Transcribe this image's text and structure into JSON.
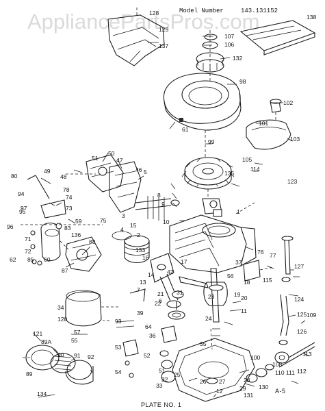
{
  "watermark": "AppliancePartsPros.com",
  "model_label": "Model Number",
  "model_number": "143.131152",
  "plate_label": "PLATE NO. 1",
  "sheet_code": "A-5",
  "parts": [
    "128",
    "129",
    "137",
    "107",
    "106",
    "132",
    "138",
    "98",
    "102",
    "101",
    "103",
    "61",
    "99",
    "105",
    "114",
    "123",
    "50",
    "51",
    "47",
    "46",
    "49",
    "48",
    "80",
    "78",
    "74",
    "73",
    "94",
    "95",
    "96",
    "97",
    "71",
    "72",
    "62",
    "85",
    "60",
    "59",
    "83",
    "136",
    "88",
    "87",
    "75",
    "5",
    "8",
    "9",
    "10",
    "4",
    "3",
    "15",
    "2",
    "133",
    "135",
    "1",
    "16",
    "14",
    "13",
    "7",
    "17",
    "42",
    "56",
    "37",
    "76",
    "77",
    "115",
    "127",
    "124",
    "125",
    "126",
    "109",
    "113",
    "112",
    "111",
    "110",
    "100",
    "108",
    "131",
    "130",
    "29",
    "28",
    "27",
    "26",
    "12",
    "25",
    "21",
    "22",
    "18",
    "19",
    "20",
    "11",
    "23",
    "24",
    "35",
    "36",
    "52",
    "51",
    "32",
    "33",
    "64",
    "34",
    "120",
    "121",
    "89A",
    "90",
    "91",
    "92",
    "89",
    "134",
    "93",
    "39",
    "57",
    "55",
    "53",
    "54",
    "6",
    "31"
  ]
}
